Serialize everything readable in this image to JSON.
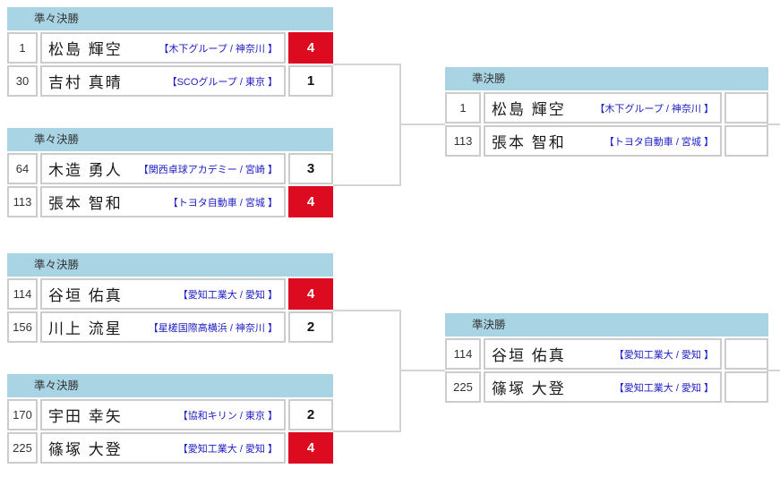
{
  "labels": {
    "quarterfinal": "準々決勝",
    "semifinal": "準決勝"
  },
  "colors": {
    "header_bg": "#a9d4e4",
    "winner_bg": "#dc0b20",
    "affiliation_text": "#1c1cc4",
    "connector_line": "#d4d4d4",
    "cell_border": "#cccccc"
  },
  "matches": [
    {
      "round": "準々決勝",
      "players": [
        {
          "seed": "1",
          "name": "松島 輝空",
          "affiliation": "【木下グループ / 神奈川 】",
          "score": "4",
          "winner": true
        },
        {
          "seed": "30",
          "name": "吉村 真晴",
          "affiliation": "【SCOグループ / 東京 】",
          "score": "1",
          "winner": false
        }
      ]
    },
    {
      "round": "準々決勝",
      "players": [
        {
          "seed": "64",
          "name": "木造 勇人",
          "affiliation": "【関西卓球アカデミー / 宮崎 】",
          "score": "3",
          "winner": false
        },
        {
          "seed": "113",
          "name": "張本 智和",
          "affiliation": "【トヨタ自動車 / 宮城 】",
          "score": "4",
          "winner": true
        }
      ]
    },
    {
      "round": "準々決勝",
      "players": [
        {
          "seed": "114",
          "name": "谷垣 佑真",
          "affiliation": "【愛知工業大 / 愛知 】",
          "score": "4",
          "winner": true
        },
        {
          "seed": "156",
          "name": "川上 流星",
          "affiliation": "【星槎国際高横浜 / 神奈川 】",
          "score": "2",
          "winner": false
        }
      ]
    },
    {
      "round": "準々決勝",
      "players": [
        {
          "seed": "170",
          "name": "宇田 幸矢",
          "affiliation": "【協和キリン / 東京 】",
          "score": "2",
          "winner": false
        },
        {
          "seed": "225",
          "name": "篠塚 大登",
          "affiliation": "【愛知工業大 / 愛知 】",
          "score": "4",
          "winner": true
        }
      ]
    },
    {
      "round": "準決勝",
      "players": [
        {
          "seed": "1",
          "name": "松島 輝空",
          "affiliation": "【木下グループ / 神奈川 】",
          "score": "",
          "winner": false
        },
        {
          "seed": "113",
          "name": "張本 智和",
          "affiliation": "【トヨタ自動車 / 宮城 】",
          "score": "",
          "winner": false
        }
      ]
    },
    {
      "round": "準決勝",
      "players": [
        {
          "seed": "114",
          "name": "谷垣 佑真",
          "affiliation": "【愛知工業大 / 愛知 】",
          "score": "",
          "winner": false
        },
        {
          "seed": "225",
          "name": "篠塚 大登",
          "affiliation": "【愛知工業大 / 愛知 】",
          "score": "",
          "winner": false
        }
      ]
    }
  ]
}
